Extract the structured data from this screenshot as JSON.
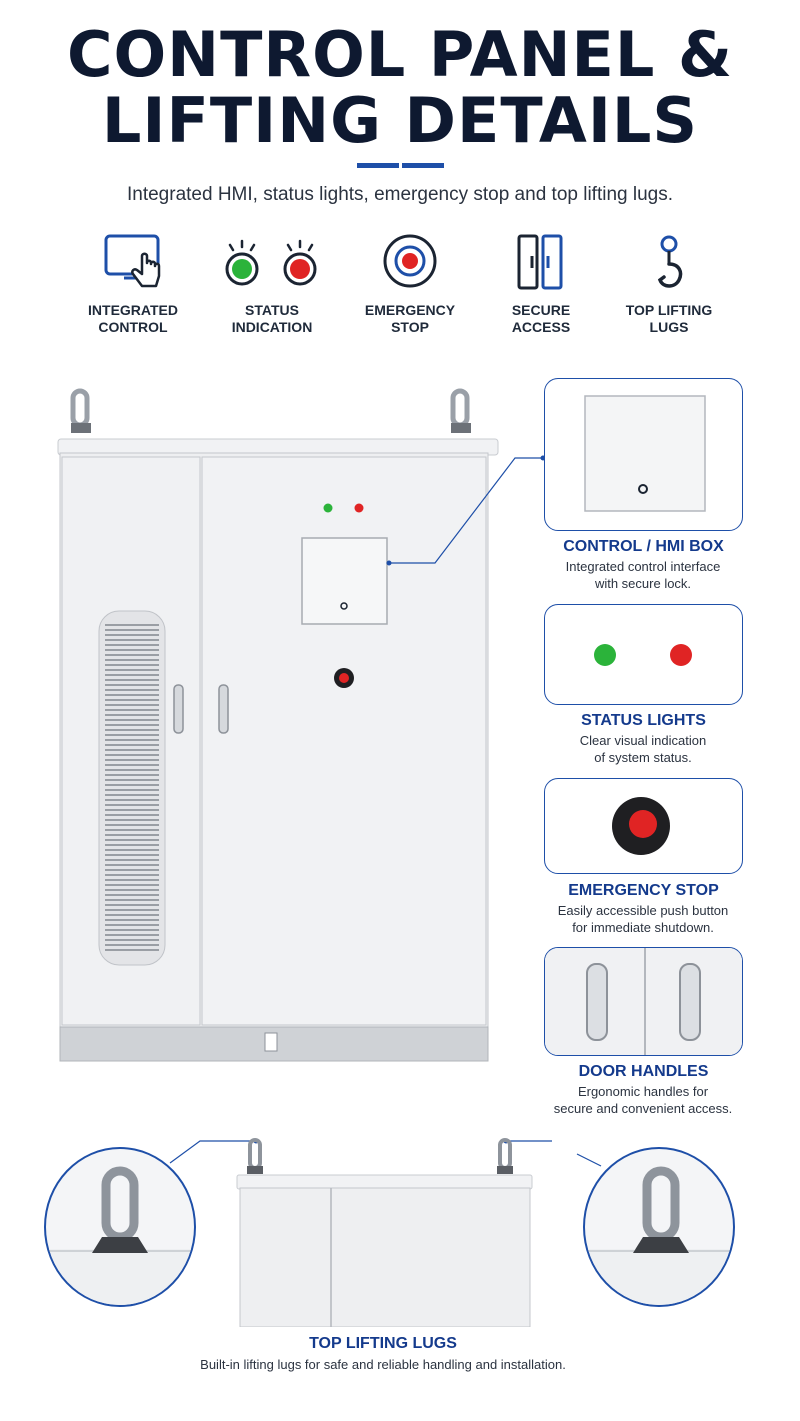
{
  "header": {
    "title_line1": "CONTROL PANEL &",
    "title_line2": "LIFTING DETAILS",
    "subtitle": "Integrated HMI, status lights, emergency stop and top lifting lugs."
  },
  "features": [
    {
      "icon": "touchscreen-hand-icon",
      "line1": "INTEGRATED",
      "line2": "CONTROL"
    },
    {
      "icon": "status-lights-icon",
      "line1": "STATUS",
      "line2": "INDICATION"
    },
    {
      "icon": "emergency-stop-icon",
      "line1": "EMERGENCY",
      "line2": "STOP"
    },
    {
      "icon": "door-lock-icon",
      "line1": "SECURE",
      "line2": "ACCESS"
    },
    {
      "icon": "lifting-hook-icon",
      "line1": "TOP LIFTING",
      "line2": "LUGS"
    }
  ],
  "details": [
    {
      "title": "CONTROL / HMI BOX",
      "line1": "Integrated control interface",
      "line2": "with secure lock."
    },
    {
      "title": "STATUS LIGHTS",
      "line1": "Clear visual indication",
      "line2": "of system status."
    },
    {
      "title": "EMERGENCY STOP",
      "line1": "Easily accessible push button",
      "line2": "for immediate shutdown."
    },
    {
      "title": "DOOR HANDLES",
      "line1": "Ergonomic handles for",
      "line2": "secure and convenient access."
    }
  ],
  "lifting": {
    "title": "TOP LIFTING LUGS",
    "body": "Built-in lifting lugs for safe and reliable handling and installation."
  },
  "colors": {
    "accent": "#1e4fa8",
    "title": "#0e1930",
    "green_light": "#2bb33a",
    "red_light": "#e02424",
    "cabinet": "#eeeff1"
  }
}
